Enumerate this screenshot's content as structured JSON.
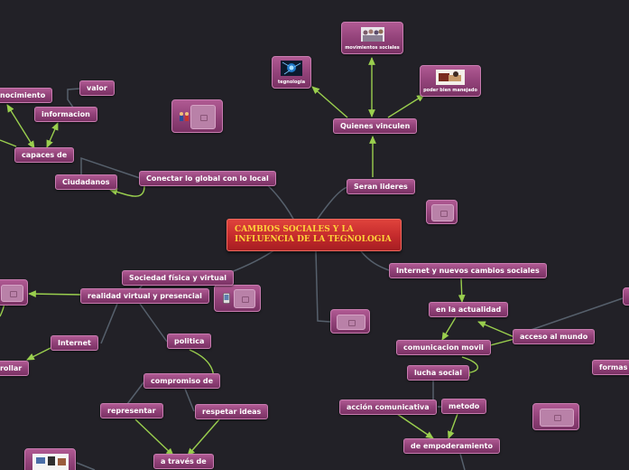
{
  "central": {
    "line1": "CAMBIOS SOCIALES Y LA",
    "line2": "INFLUENCIA DE LA TEGNOLOGIA"
  },
  "nodes": {
    "conectar": "Conectar lo global con lo local",
    "seran_lideres": "Seran lideres",
    "quienes_vinculen": "Quienes vinculen",
    "ciudadanos": "Ciudadanos",
    "capaces_de": "capaces de",
    "informacion": "informacion",
    "valor": "valor",
    "conocimiento": "nocimiento",
    "sociedad_fisica": "Sociedad física y virtual",
    "realidad_virtual": "realidad virtual y presencial",
    "internet": "Internet",
    "desarrollar": "rrollar",
    "politica": "politica",
    "compromiso": "compromiso de",
    "representar": "representar",
    "respetar_ideas": "respetar ideas",
    "a_traves_de": "a través de",
    "internet_cambios": "Internet y nuevos cambios sociales",
    "en_la_actualidad": "en la actualidad",
    "comunicacion_movil": "comunicacion movil",
    "acceso_al_mundo": "acceso al mundo",
    "lucha_social": "lucha social",
    "accion_comunicativa": "acción comunicativa",
    "metodo": "metodo",
    "empoderamiento": "de empoderamiento",
    "formas": "formas d"
  },
  "images": {
    "movimientos": "movimientos sociales",
    "tegnologia": "tegnologia",
    "poder": "poder bien manejado"
  },
  "colors": {
    "background": "#222127",
    "node": "#93437a",
    "central": "#c42a2c",
    "central_text": "#ffd23a",
    "line_gray": "#56606c",
    "line_green": "#9acf4e"
  }
}
